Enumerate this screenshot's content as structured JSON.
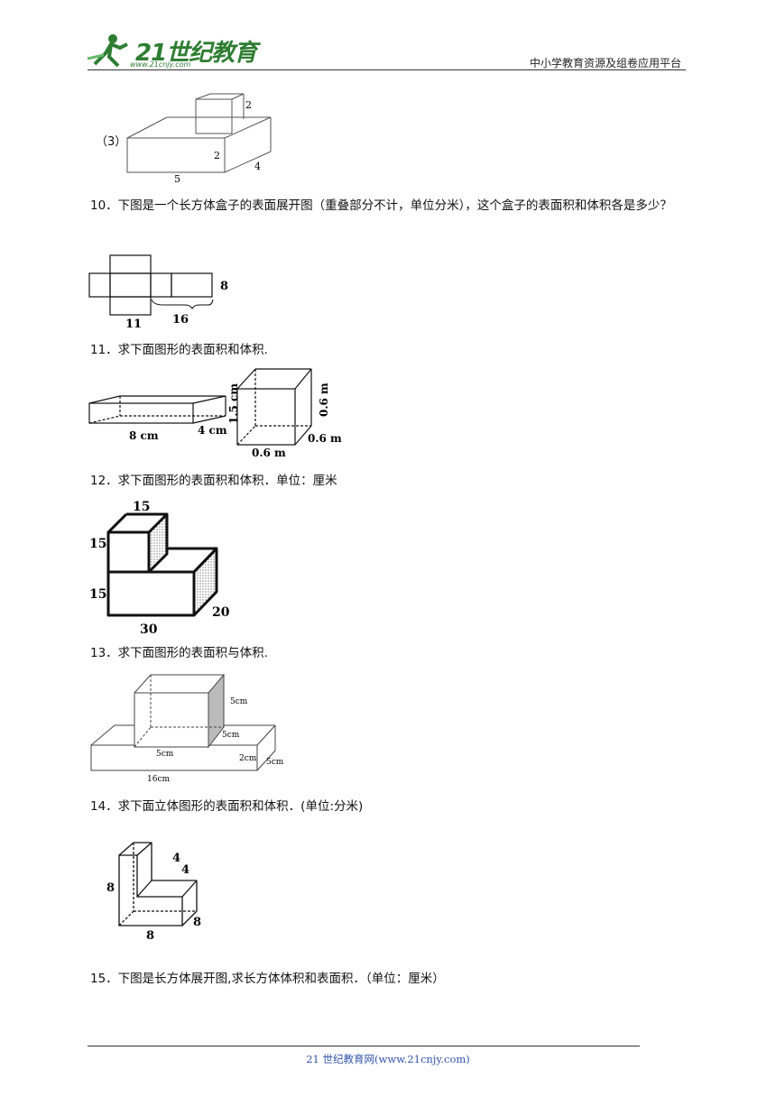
{
  "header": {
    "logo_text": "21世纪教育",
    "logo_url": "www.21cnjy.com",
    "right_text": "中小学教育资源及组卷应用平台"
  },
  "fig3": {
    "label": "（3）",
    "dims": [
      "2",
      "2",
      "4",
      "5"
    ]
  },
  "questions": [
    {
      "num": "10",
      "text": "10．下图是一个长方体盒子的表面展开图（重叠部分不计，单位分米），这个盒子的表面积和体积各是多少？"
    },
    {
      "num": "11",
      "text": "11．求下面图形的表面积和体积."
    },
    {
      "num": "12",
      "text": "12．求下面图形的表面积和体积．单位：厘米"
    },
    {
      "num": "13",
      "text": "13．求下面图形的表面积与体积."
    },
    {
      "num": "14",
      "text": "14．求下面立体图形的表面积和体积．(单位:分米)"
    },
    {
      "num": "15",
      "text": "15．下图是长方体展开图,求长方体体积和表面积．（单位：厘米）"
    }
  ],
  "fig10": {
    "labels": [
      "8",
      "11",
      "16"
    ]
  },
  "fig11": {
    "labels": [
      "8 cm",
      "4 cm",
      "1.5 cm",
      "0.6 m",
      "0.6 m",
      "0.6 m"
    ]
  },
  "fig12": {
    "labels": [
      "15",
      "15",
      "15",
      "30",
      "20"
    ]
  },
  "fig13": {
    "labels": [
      "5cm",
      "5cm",
      "5cm",
      "2cm",
      "5cm",
      "16cm"
    ]
  },
  "fig14": {
    "labels": [
      "4",
      "4",
      "8",
      "8",
      "8"
    ]
  },
  "footer": {
    "text": "21 世纪教育网(www.21cnjy.com)"
  }
}
